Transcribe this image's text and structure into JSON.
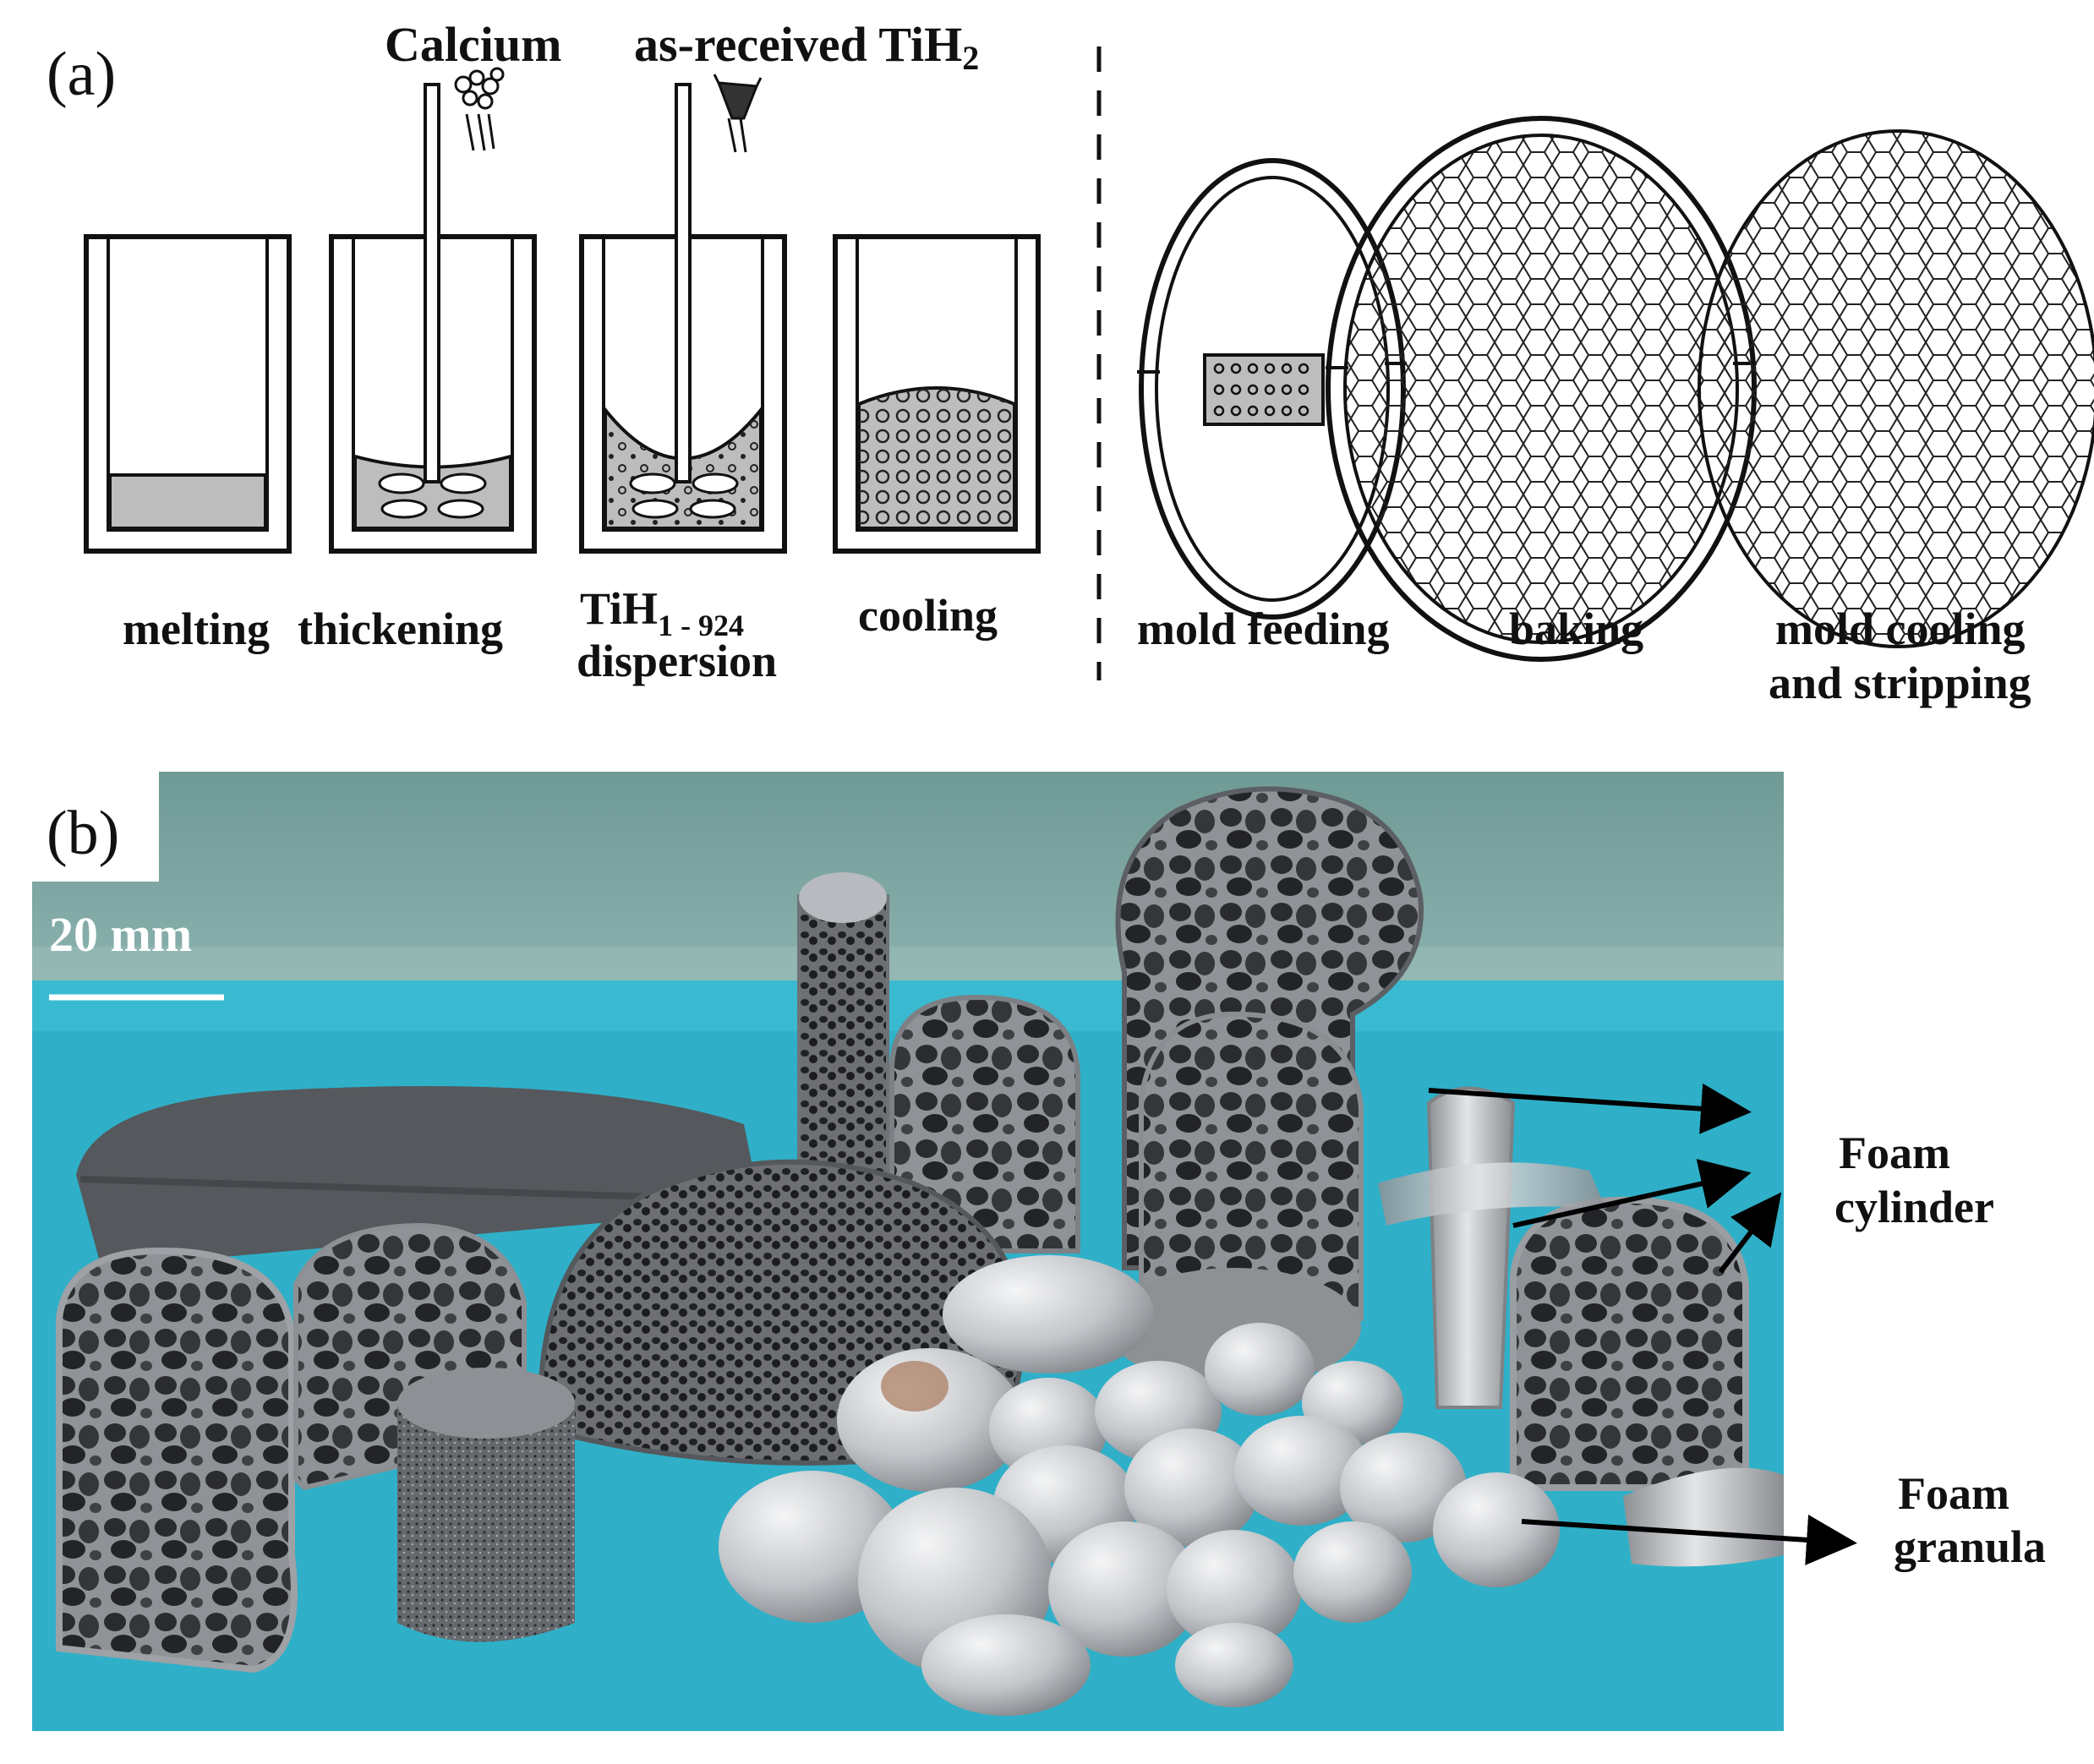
{
  "panel_a": {
    "label": "(a)",
    "top_labels": {
      "calcium": "Calcium",
      "tih2_prefix": "as-received TiH",
      "tih2_sub": "2"
    },
    "steps": {
      "melting": "melting",
      "thickening": "thickening",
      "dispersion_prefix": "TiH",
      "dispersion_sub": "1 - 924",
      "dispersion_line2": "dispersion",
      "cooling": "cooling",
      "mold_feeding": "mold feeding",
      "baking": "baking",
      "mold_cooling_line1": "mold cooling",
      "mold_cooling_line2": "and stripping"
    }
  },
  "panel_b": {
    "label": "(b)",
    "scale_bar": "20 mm",
    "annotations": {
      "foam_cylinder_line1": "Foam",
      "foam_cylinder_line2": "cylinder",
      "foam_granula_line1": "Foam",
      "foam_granula_line2": "granula"
    }
  },
  "colors": {
    "melt_fill": "#bdbdbd",
    "table_blue": "#2fb0c8",
    "backdrop": "#6f9a96",
    "foam_dark": "#3b3d40",
    "metal_light": "#c9cbce"
  }
}
